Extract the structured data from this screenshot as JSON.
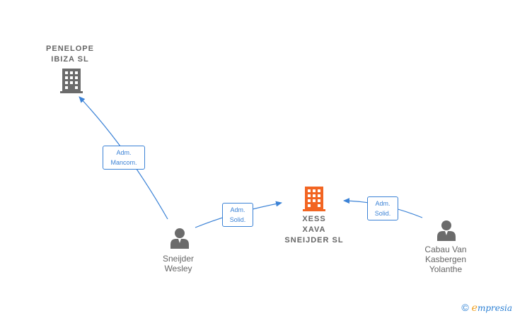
{
  "nodes": {
    "penelope": {
      "label": "PENELOPE\nIBIZA  SL",
      "icon": "building-icon",
      "color": "#666666"
    },
    "xess": {
      "label": "XESS\nXAVA\nSNEIJDER  SL",
      "icon": "building-icon",
      "color": "#f26522"
    },
    "wesley": {
      "label": "Sneijder\nWesley",
      "icon": "person-icon",
      "color": "#666666"
    },
    "cabau": {
      "label": "Cabau Van\nKasbergen\nYolanthe",
      "icon": "person-icon",
      "color": "#666666"
    }
  },
  "edges": [
    {
      "from": "wesley",
      "to": "penelope",
      "label": "Adm.\nMancom."
    },
    {
      "from": "wesley",
      "to": "xess",
      "label": "Adm.\nSolid."
    },
    {
      "from": "cabau",
      "to": "xess",
      "label": "Adm.\nSolid."
    }
  ],
  "edge_color": "#3b82d6",
  "watermark": {
    "copyright": "©",
    "brand_initial": "e",
    "brand_rest": "mpresia"
  }
}
